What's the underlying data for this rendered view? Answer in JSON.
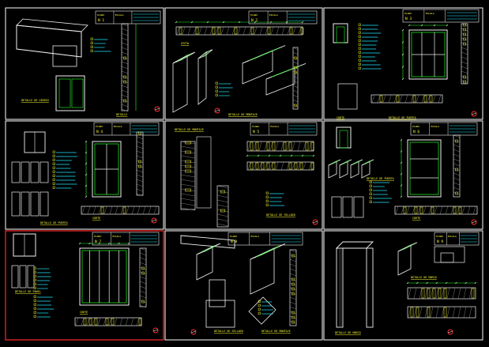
{
  "colors": {
    "background": "#000000",
    "frame": "#ffffff",
    "frame_active": "#ff2a2a",
    "cad_green": "#22ff22",
    "cad_yellow": "#ffff33",
    "cad_cyan": "#22e5ff",
    "cad_white": "#f0f0f0",
    "cad_red": "#ff3030",
    "cad_grey": "#9a9a9a"
  },
  "panels": [
    {
      "id": "p1",
      "plate": "1",
      "titles": [
        "DETALLE DE VIDRIO",
        "DETALLE"
      ]
    },
    {
      "id": "p2",
      "plate": "2",
      "titles": [
        "DETALLE DE MONTAJE",
        "VISTA"
      ]
    },
    {
      "id": "p3",
      "plate": "3",
      "titles": [
        "DETALLE DE PUERTA",
        "CORTE"
      ]
    },
    {
      "id": "p4",
      "plate": "4",
      "titles": [
        "DETALLE DE PUERTA",
        "CORTE"
      ]
    },
    {
      "id": "p5",
      "plate": "5",
      "titles": [
        "DETALLE DE MONTAJE",
        "DETALLE DE SELLADO"
      ]
    },
    {
      "id": "p6",
      "plate": "6",
      "titles": [
        "DETALLE DE PUERTA",
        "CORTE"
      ]
    },
    {
      "id": "p7",
      "plate": "7",
      "titles": [
        "DETALLE DE PANEL",
        "CORTE"
      ]
    },
    {
      "id": "p8",
      "plate": "8",
      "titles": [
        "DETALLE DE MONTAJE",
        "DETALLE DE SELLADO"
      ]
    },
    {
      "id": "p9",
      "plate": "9",
      "titles": [
        "DETALLE DE MARCO",
        "DETALLE DE MARCO"
      ]
    }
  ]
}
